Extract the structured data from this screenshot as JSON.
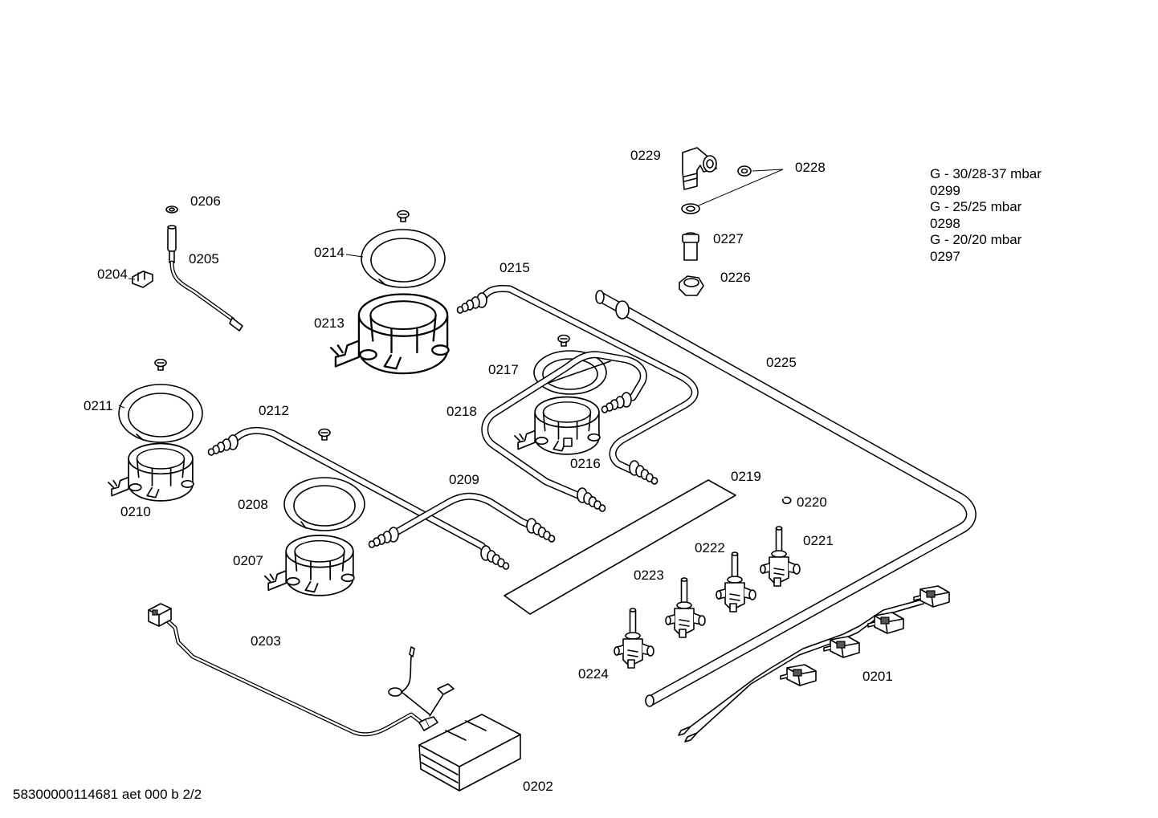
{
  "callouts": {
    "c0201": "0201",
    "c0202": "0202",
    "c0203": "0203",
    "c0204": "0204",
    "c0205": "0205",
    "c0206": "0206",
    "c0207": "0207",
    "c0208": "0208",
    "c0209": "0209",
    "c0210": "0210",
    "c0211": "0211",
    "c0212": "0212",
    "c0213": "0213",
    "c0214": "0214",
    "c0215": "0215",
    "c0216": "0216",
    "c0217": "0217",
    "c0218": "0218",
    "c0219": "0219",
    "c0220": "0220",
    "c0221": "0221",
    "c0222": "0222",
    "c0223": "0223",
    "c0224": "0224",
    "c0225": "0225",
    "c0226": "0226",
    "c0227": "0227",
    "c0228": "0228",
    "c0229": "0229"
  },
  "gas_legend": [
    {
      "label": "G - 30/28-37 mbar",
      "part": "0299"
    },
    {
      "label": "G - 25/25 mbar",
      "part": "0298"
    },
    {
      "label": "G - 20/20 mbar",
      "part": "0297"
    }
  ],
  "footer": "58300000114681 aet 000 b 2/2"
}
